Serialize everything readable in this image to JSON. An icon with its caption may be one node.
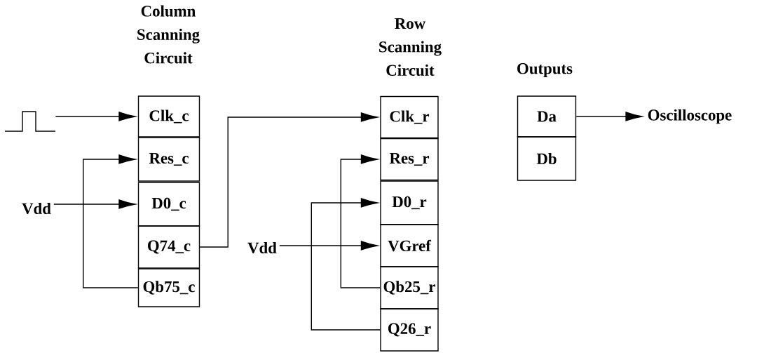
{
  "diagram": {
    "nodes": [
      {
        "text": [],
        "shape": "picture"
      },
      {
        "text": [
          "Vdd"
        ]
      },
      {
        "text": [
          "Clk_c"
        ]
      },
      {
        "text": [
          "Res_c"
        ]
      },
      {
        "text": [
          "D0_c"
        ]
      },
      {
        "text": [
          "Q74_c"
        ]
      },
      {
        "text": [
          "Qb75_c"
        ]
      },
      {
        "text": [
          "Vdd"
        ]
      },
      {
        "text": [
          "Clk_r"
        ]
      },
      {
        "text": [
          "Res_r"
        ]
      },
      {
        "text": [
          "D0_r"
        ]
      },
      {
        "text": [
          "VGref"
        ]
      },
      {
        "text": [
          "Qb25_r"
        ]
      },
      {
        "text": [
          "Q26_r"
        ]
      },
      {
        "text": [
          "Da"
        ]
      },
      {
        "text": [
          "Db"
        ]
      },
      {
        "text": [
          "Oscilloscope"
        ]
      }
    ],
    "edges": [
      {
        "from": 0,
        "to": 2,
        "arrow": "to"
      },
      {
        "from": 6,
        "to": 3,
        "arrow": "to"
      },
      {
        "from": 1,
        "to": 4,
        "arrow": "to"
      },
      {
        "from": 5,
        "to": 8,
        "arrow": "to"
      },
      {
        "from": 7,
        "to": 11,
        "arrow": "to"
      },
      {
        "from": 12,
        "to": 9,
        "arrow": "to"
      },
      {
        "from": 13,
        "to": 10,
        "arrow": "to"
      },
      {
        "from": 14,
        "to": 16,
        "arrow": "to"
      }
    ],
    "labels": [
      "Column Scanning Circuit",
      "Row Scanning Circuit",
      "Outputs"
    ]
  }
}
